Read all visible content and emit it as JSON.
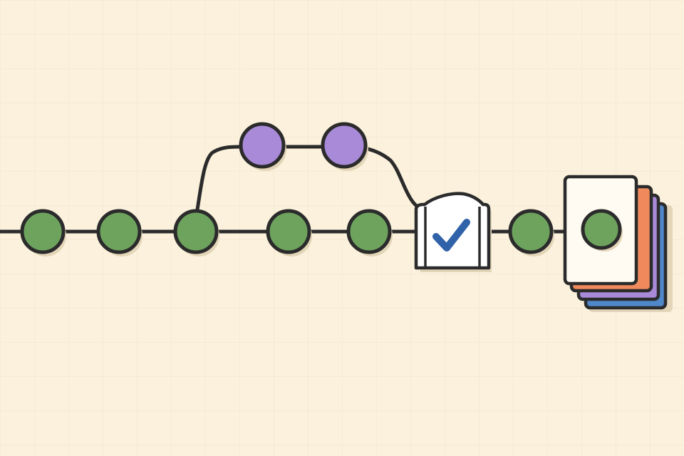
{
  "colors": {
    "background": "#fbf1dc",
    "grid": "#f2e6cc",
    "stroke": "#2b2b2b",
    "shadow": "#e3d5b8",
    "main_branch_node": "#6ea35e",
    "feature_branch_node": "#a98ad8",
    "checkmark": "#2f62a8",
    "gate_fill": "#ffffff",
    "release_card": "#fffbf2",
    "stack_orange": "#f08a5d",
    "stack_purple": "#a98ad8",
    "stack_blue": "#4f87c9"
  },
  "icons": [
    "checkmark-icon",
    "gate-icon",
    "release-stack-icon"
  ],
  "diagram": {
    "main_branch_commits": 5,
    "feature_branch_commits": 2,
    "post_merge_commits": 1,
    "merge_gate": "check",
    "release_stack_layers": 3
  }
}
